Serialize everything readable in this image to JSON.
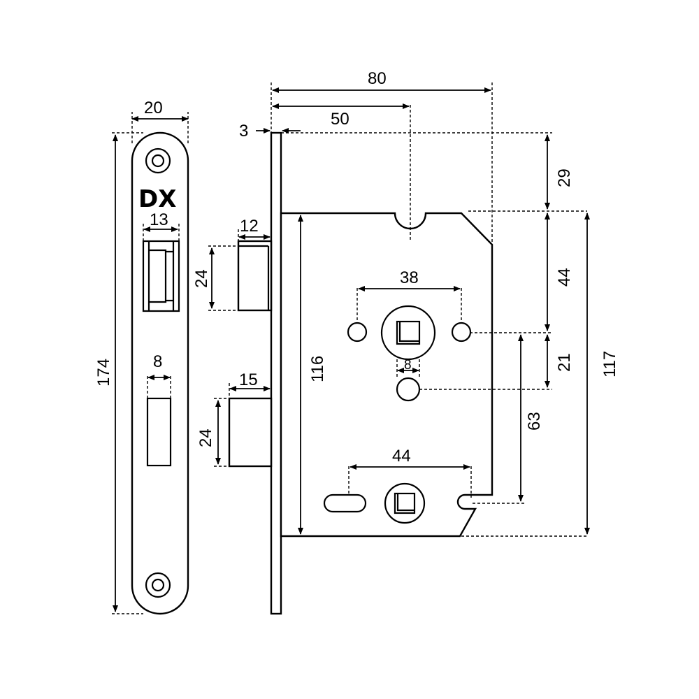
{
  "brand": "DX",
  "dimensions": {
    "faceplate_width": "20",
    "faceplate_height": "174",
    "latch_opening_width": "13",
    "bolt_opening_width": "8",
    "overall_depth": "80",
    "backset": "50",
    "faceplate_thickness": "3",
    "latch_projection": "12",
    "latch_height": "24",
    "bolt_projection": "15",
    "bolt_height": "24",
    "case_height": "116",
    "top_to_case": "29",
    "case_top_to_follower": "44",
    "follower_to_spindle": "21",
    "case_height_right": "117",
    "follower_to_lower": "63",
    "handle_holes_spacing": "38",
    "follower_square": "8",
    "lower_holes_spacing": "44"
  }
}
